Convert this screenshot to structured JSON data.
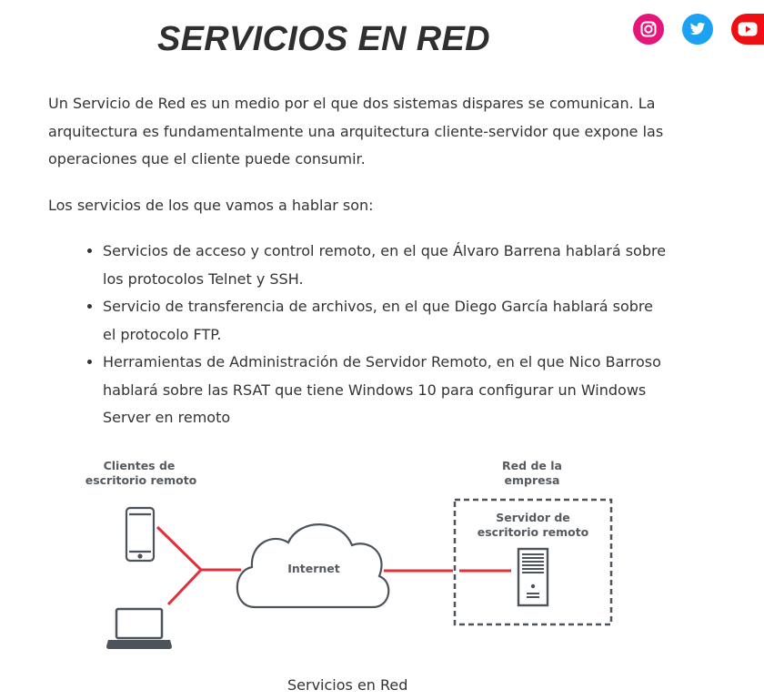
{
  "header": {
    "title": "SERVICIOS EN RED"
  },
  "social": {
    "links": [
      {
        "icon": "instagram-icon",
        "color": "#e4167a"
      },
      {
        "icon": "twitter-icon",
        "color": "#1da1f2"
      },
      {
        "icon": "youtube-icon",
        "color": "#ef0e12"
      }
    ]
  },
  "content": {
    "paragraphs": [
      "Un Servicio de Red es un medio por el que dos sistemas dispares se comunican. La arquitectura es fundamentalmente una arquitectura cliente-servidor que expone las operaciones que el cliente puede consumir.",
      "Los servicios de los que vamos a hablar son:"
    ],
    "list": [
      "Servicios de acceso y control remoto, en el que Álvaro Barrena hablará sobre los protocolos Telnet y SSH.",
      "Servicio de transferencia de archivos, en el que Diego García hablará sobre el protocolo FTP.",
      "Herramientas de Administración de Servidor Remoto, en el que Nico Barroso hablará sobre las RSAT que tiene Windows 10 para configurar un Windows Server en remoto"
    ]
  },
  "diagram": {
    "clients_label_line1": "Clientes de",
    "clients_label_line2": "escritorio remoto",
    "internet_label": "Internet",
    "network_label_line1": "Red de la",
    "network_label_line2": "empresa",
    "server_label_line1": "Servidor de",
    "server_label_line2": "escritorio remoto",
    "caption": "Servicios en Red",
    "line_color": "#e0303a",
    "icon_color": "#4d535a"
  }
}
